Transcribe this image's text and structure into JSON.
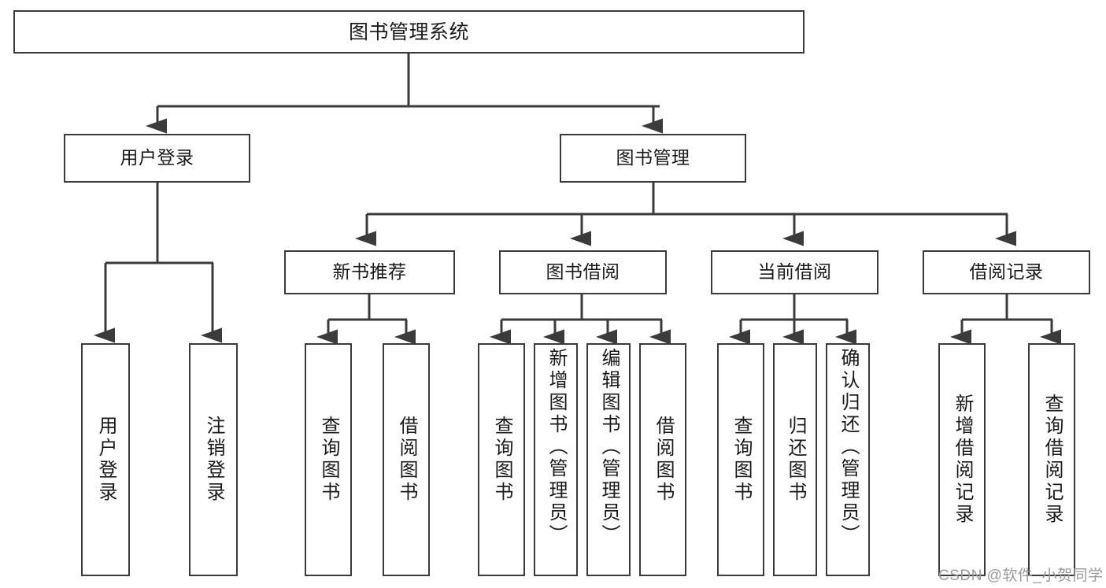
{
  "diagram": {
    "title": "图书管理系统",
    "type": "tree",
    "background": "#ffffff",
    "box_border_color": "#3b3b3b",
    "text_color": "#1a1a1a"
  },
  "root": {
    "label": "图书管理系统"
  },
  "level2": [
    {
      "label": "用户登录"
    },
    {
      "label": "图书管理"
    }
  ],
  "level3": [
    {
      "label": "新书推荐"
    },
    {
      "label": "图书借阅"
    },
    {
      "label": "当前借阅"
    },
    {
      "label": "借阅记录"
    }
  ],
  "leaves": {
    "user_login": [
      {
        "label": "用户登录"
      },
      {
        "label": "注销登录"
      }
    ],
    "new_book": [
      {
        "label": "查询图书"
      },
      {
        "label": "借阅图书"
      }
    ],
    "book_borrow": [
      {
        "label": "查询图书"
      },
      {
        "label": "新增图书（管理员）"
      },
      {
        "label": "编辑图书（管理员）"
      },
      {
        "label": "借阅图书"
      }
    ],
    "current_borrow": [
      {
        "label": "查询图书"
      },
      {
        "label": "归还图书"
      },
      {
        "label": "确认归还（管理员）"
      }
    ],
    "borrow_record": [
      {
        "label": "新增借阅记录"
      },
      {
        "label": "查询借阅记录"
      }
    ]
  },
  "watermark": {
    "text": "CSDN @软件_小贺同学"
  }
}
